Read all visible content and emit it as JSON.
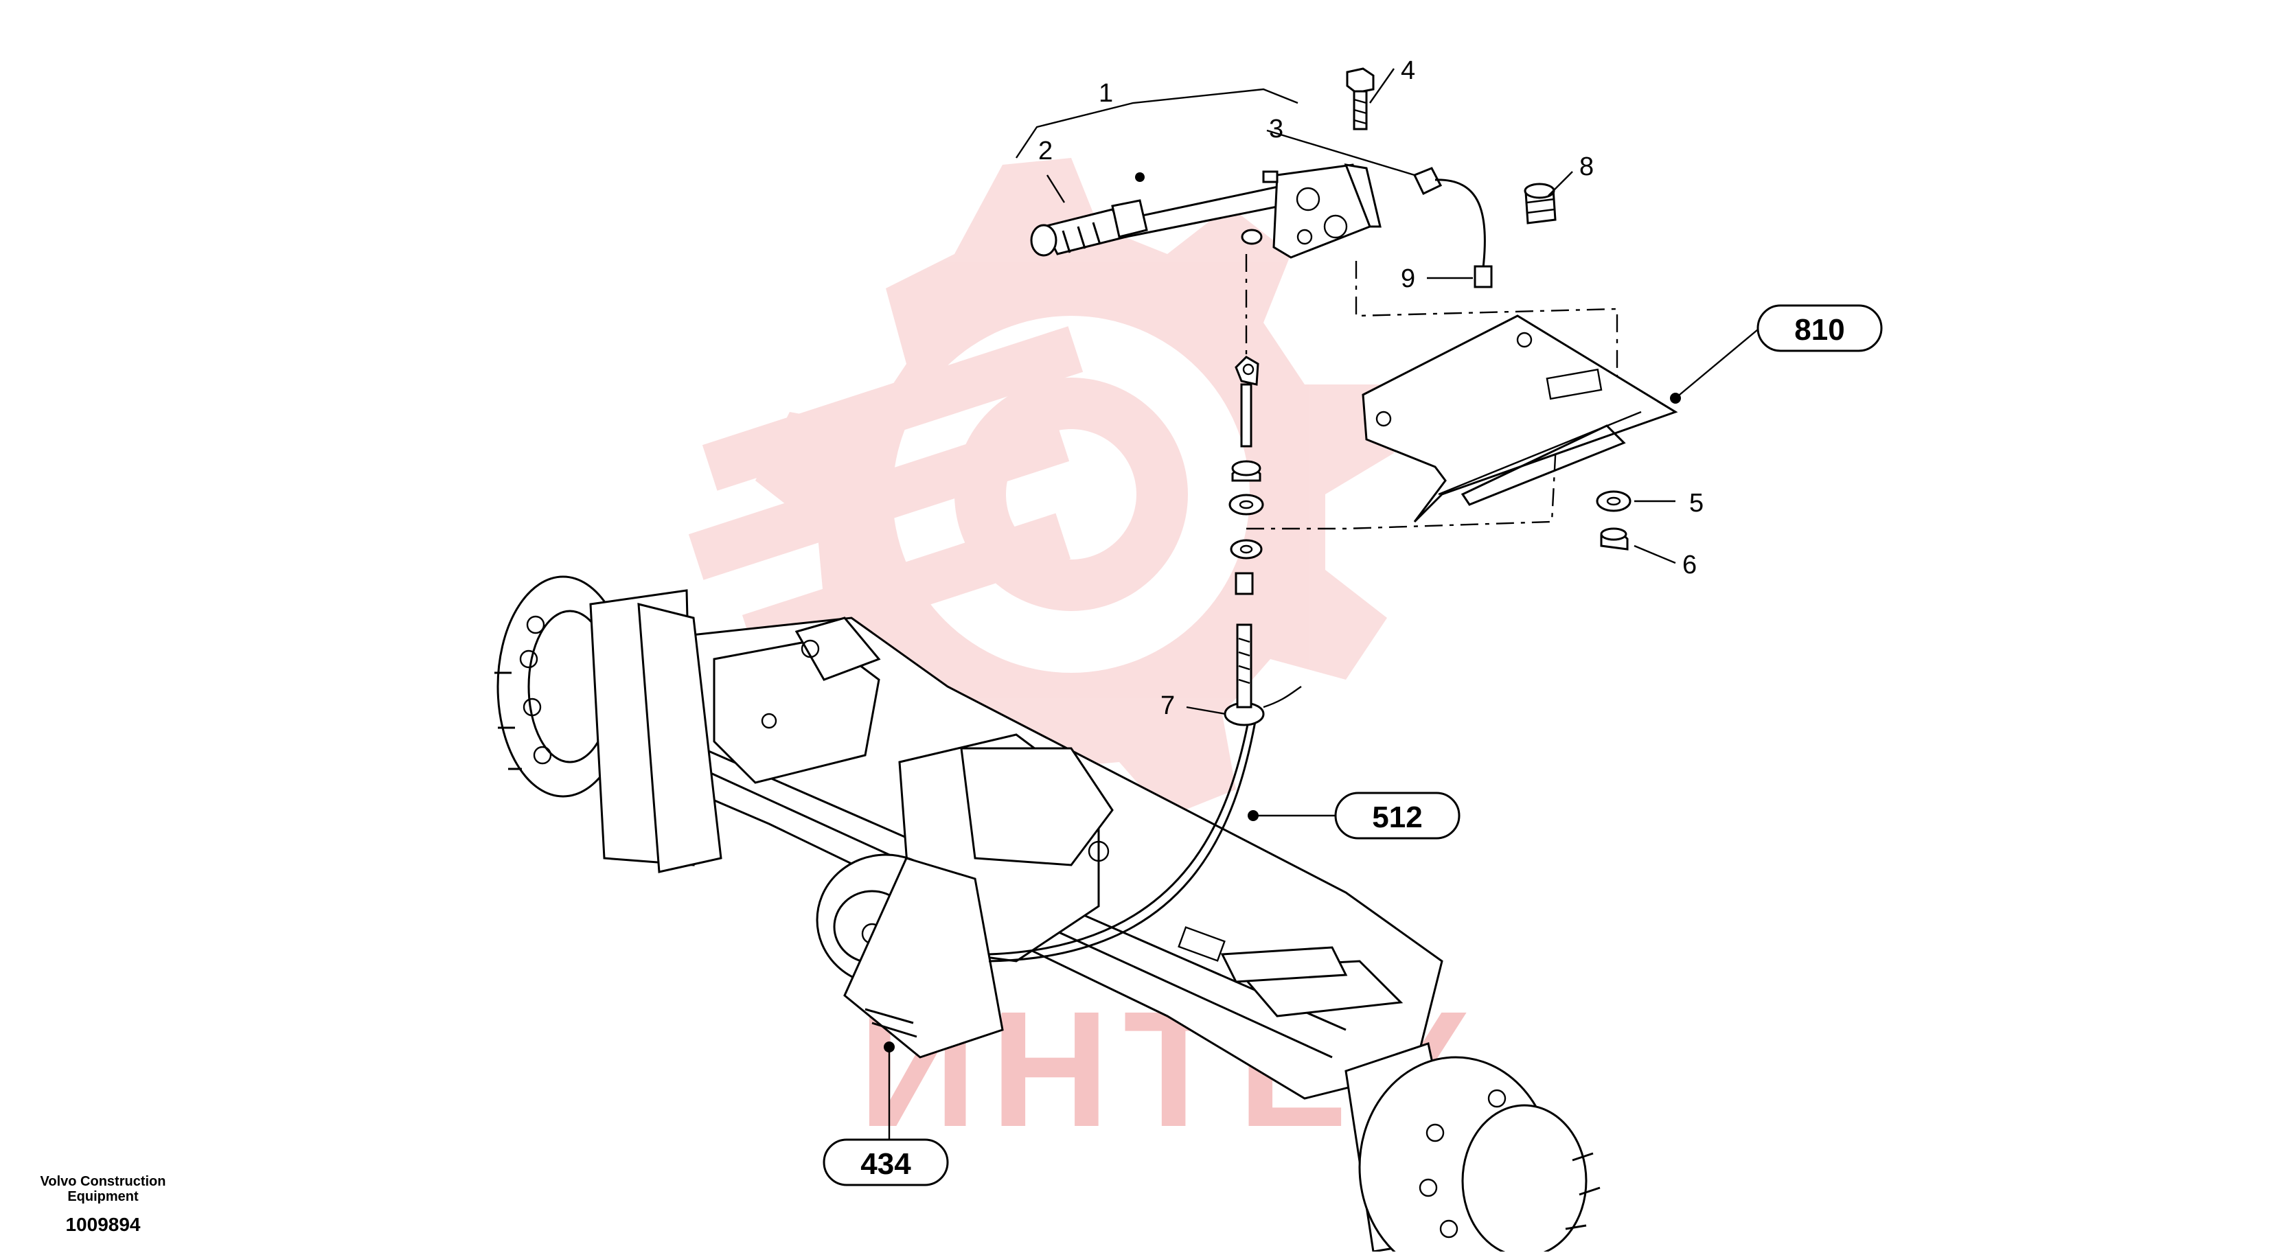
{
  "callouts": {
    "c1": "1",
    "c2": "2",
    "c3": "3",
    "c4": "4",
    "c5": "5",
    "c6": "6",
    "c7": "7",
    "c8": "8",
    "c9": "9"
  },
  "references": {
    "r810": "810",
    "r512": "512",
    "r434": "434"
  },
  "watermark": {
    "text": "ИНТЕХ",
    "color": "#f3b5b5"
  },
  "footer": {
    "maker": "Volvo Construction Equipment",
    "docno": "1009894"
  }
}
